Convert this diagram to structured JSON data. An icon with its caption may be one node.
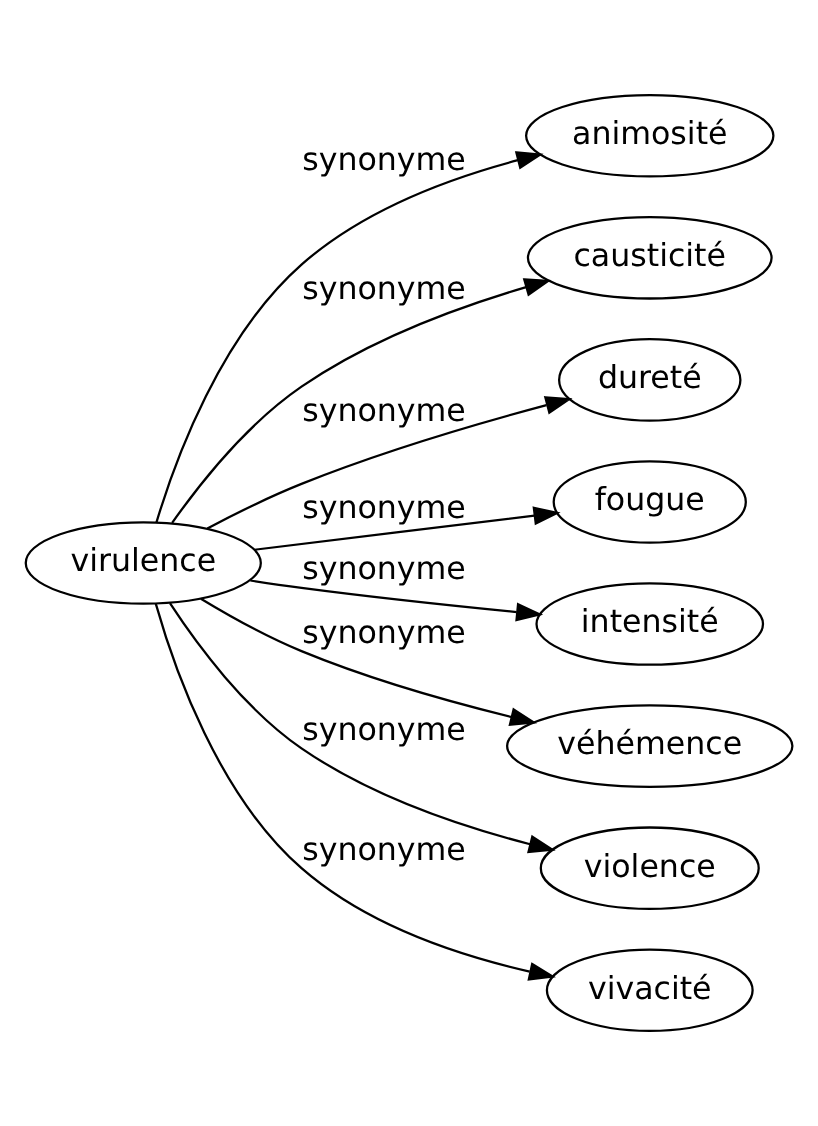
{
  "diagram": {
    "nodes": [
      {
        "text": [
          "virulence"
        ]
      },
      {
        "text": [
          "animosité"
        ]
      },
      {
        "text": [
          "causticité"
        ]
      },
      {
        "text": [
          "dureté"
        ]
      },
      {
        "text": [
          "fougue"
        ]
      },
      {
        "text": [
          "intensité"
        ]
      },
      {
        "text": [
          "véhémence"
        ]
      },
      {
        "text": [
          "violence"
        ]
      },
      {
        "text": [
          "vivacité"
        ]
      }
    ],
    "edges": [
      {
        "from": 0,
        "to": 1,
        "arrow": "to",
        "label": "synonyme"
      },
      {
        "from": 0,
        "to": 2,
        "arrow": "to",
        "label": "synonyme"
      },
      {
        "from": 0,
        "to": 3,
        "arrow": "to",
        "label": "synonyme"
      },
      {
        "from": 0,
        "to": 4,
        "arrow": "to",
        "label": "synonyme"
      },
      {
        "from": 0,
        "to": 5,
        "arrow": "to",
        "label": "synonyme"
      },
      {
        "from": 0,
        "to": 6,
        "arrow": "to",
        "label": "synonyme"
      },
      {
        "from": 0,
        "to": 7,
        "arrow": "to",
        "label": "synonyme"
      },
      {
        "from": 0,
        "to": 8,
        "arrow": "to",
        "label": "synonyme"
      }
    ]
  }
}
